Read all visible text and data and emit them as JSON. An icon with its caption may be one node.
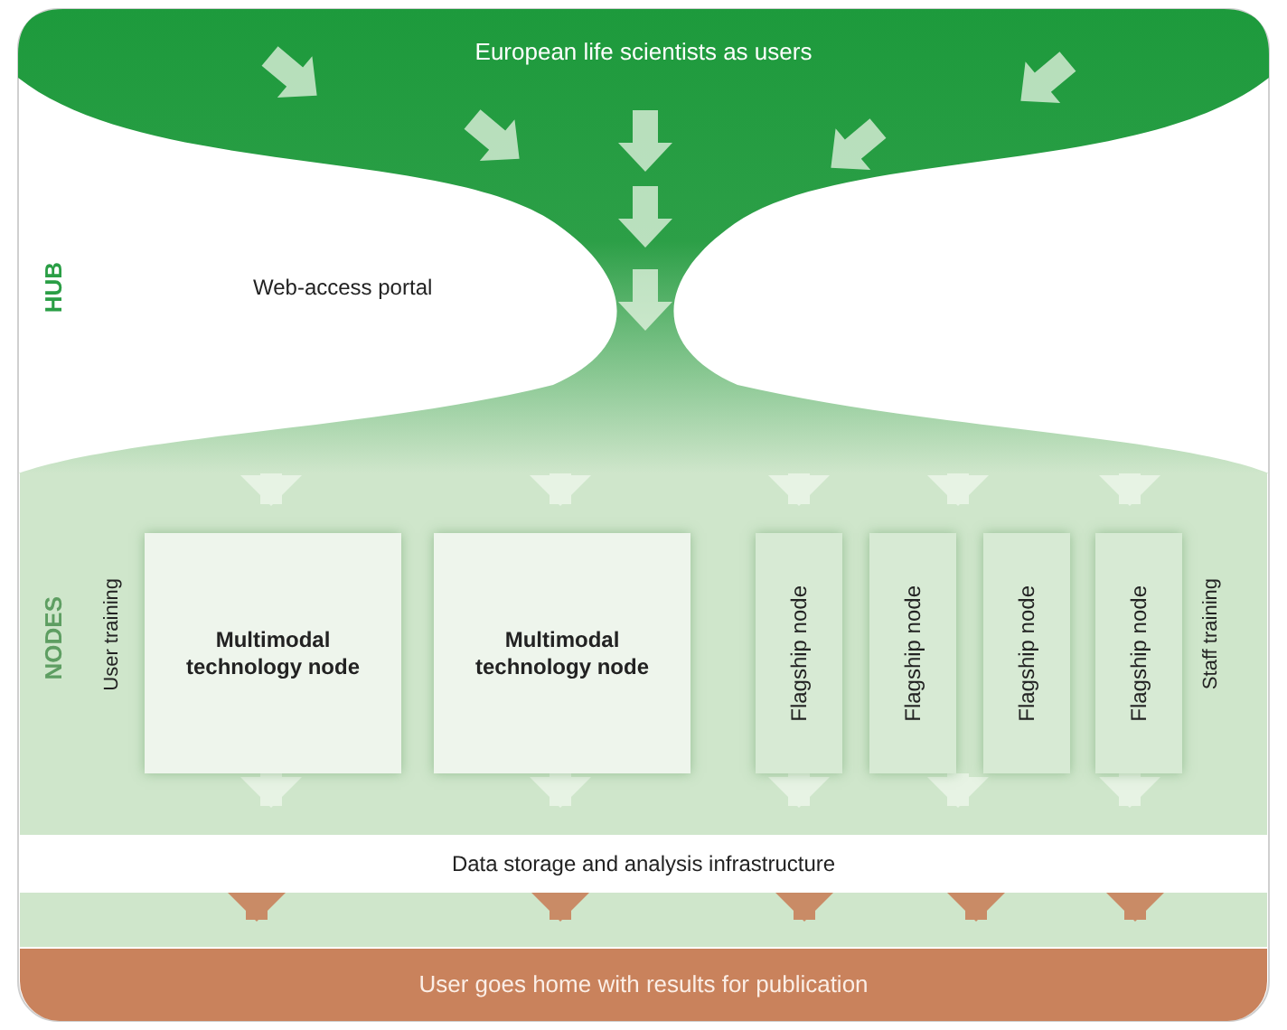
{
  "diagram": {
    "nodes": [
      {
        "text": [
          "European life scientists as users"
        ]
      },
      {
        "text": [
          "Multimodal technology node"
        ]
      },
      {
        "text": [
          "Multimodal technology node"
        ]
      },
      {
        "text": [
          "Flagship node"
        ]
      },
      {
        "text": [
          "Flagship node"
        ]
      },
      {
        "text": [
          "Flagship node"
        ]
      },
      {
        "text": [
          "Flagship node"
        ]
      },
      {
        "text": [
          "Data storage and analysis infrastructure"
        ]
      },
      {
        "text": [
          "User goes home with results for publication"
        ]
      }
    ],
    "edges": [
      {
        "from": 0,
        "to": 1,
        "arrow": "to"
      },
      {
        "from": 0,
        "to": 2,
        "arrow": "to"
      },
      {
        "from": 0,
        "to": 3,
        "arrow": "to"
      },
      {
        "from": 0,
        "to": 4,
        "arrow": "to"
      },
      {
        "from": 0,
        "to": 6,
        "arrow": "to"
      },
      {
        "from": 1,
        "to": 7,
        "arrow": "to"
      },
      {
        "from": 2,
        "to": 7,
        "arrow": "to"
      },
      {
        "from": 3,
        "to": 7,
        "arrow": "to"
      },
      {
        "from": 4,
        "to": 7,
        "arrow": "to"
      },
      {
        "from": 6,
        "to": 7,
        "arrow": "to"
      },
      {
        "from": 7,
        "to": 8,
        "arrow": "to",
        "color": "#c9825c"
      },
      {
        "from": 7,
        "to": 8,
        "arrow": "to",
        "color": "#c9825c"
      },
      {
        "from": 7,
        "to": 8,
        "arrow": "to",
        "color": "#c9825c"
      },
      {
        "from": 7,
        "to": 8,
        "arrow": "to",
        "color": "#c9825c"
      },
      {
        "from": 7,
        "to": 8,
        "arrow": "to",
        "color": "#c9825c"
      }
    ],
    "labels": [
      "HUB",
      "Web-access portal",
      "NODES",
      "User training",
      "Staff training"
    ]
  }
}
